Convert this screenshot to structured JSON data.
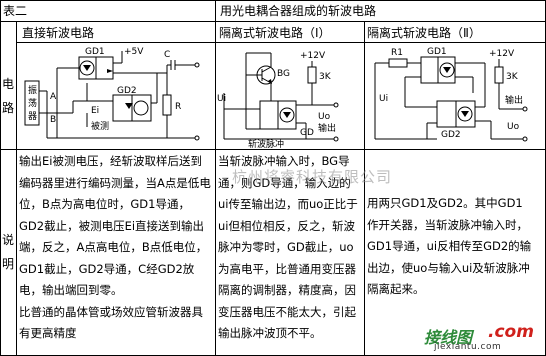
{
  "header": {
    "left": "表二",
    "right": "用光电耦合器组成的斩波电路"
  },
  "columns": {
    "col1": "直接斩波电路",
    "col2": "隔离式斩波电路（Ⅰ）",
    "col3": "隔离式斩波电路（Ⅱ）"
  },
  "row_labels": {
    "circuit": [
      "电",
      "路"
    ],
    "description": [
      "说",
      "明"
    ]
  },
  "circuit1": {
    "gd1": "GD1",
    "v5": "+5V",
    "c": "C",
    "a": "A",
    "b": "B",
    "ei": "Ei",
    "measured": "被测",
    "gd2": "GD2",
    "r": "R",
    "block": [
      "振",
      "荡",
      "器"
    ]
  },
  "circuit2": {
    "bg": "BG",
    "v12": "+12V",
    "r3k": "3K",
    "ui": "Ui",
    "uo": "Uo",
    "output": "输出",
    "gd": "GD",
    "pulse": "斩波脉冲"
  },
  "circuit3": {
    "r1": "R1",
    "gd1": "GD1",
    "v12": "+12V",
    "r3k": "3K",
    "ui": "Ui",
    "output": "输出",
    "gd2": "GD2",
    "uo": "Uo"
  },
  "desc1": [
    "输出Ei被测电压，经斩波取样后送到",
    "编码器里进行编码测量，当A点是低电",
    "位，B点为高电位时，GD1导通，",
    "GD2截止，被测电压Ei直接送到输出",
    "端，反之，A点高电位，B点低电位，",
    "GD1截止，GD2导通，C经GD2放",
    "电，输出端回到零。",
    "比普通的晶体管或场效应管斩波器具",
    "有更高精度"
  ],
  "desc2": [
    "当斩波脉冲输入时，BG导",
    "通，则GD导通，输入边的",
    "ui传至输出边，而uo正比于",
    "ui但相位相反，反之，斩波",
    "脉冲为零时，GD截止，uo",
    "为高电平，比普通用变压器",
    "隔离的调制器，精度高，因",
    "变压器电压不能太大，引起",
    "输出脉冲波顶不平。"
  ],
  "desc3": [
    "用两只GD1及GD2。其中GD1",
    "作开关器，当斩波脉冲输入时，",
    "GD1导通，ui反相传至GD2的输",
    "出边，使uo与输入ui及斩波脉冲",
    "隔离起来。"
  ],
  "watermark": "杭州将睿科技有限公司",
  "logo": {
    "cn": "接线图",
    "com": ".com",
    "url": "jiexiantu.com"
  }
}
